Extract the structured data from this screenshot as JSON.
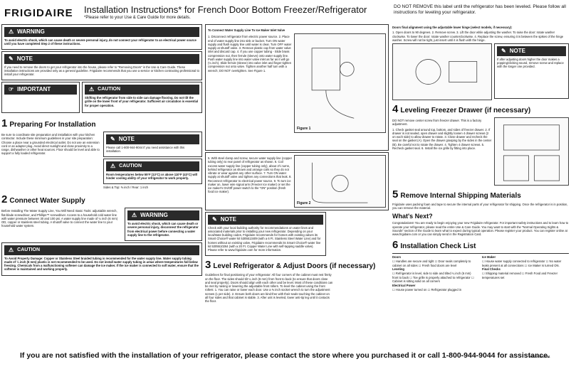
{
  "header": {
    "brand": "FRIGIDAIRE",
    "title": "Installation Instructions* for French Door Bottom Freezer/Refrigerator",
    "subtitle": "*Please refer to your Use & Care Guide for more details.",
    "top_note": "DO NOT REMOVE this label until the refrigerator has been leveled. Please follow all instructions for leveling your refrigerator."
  },
  "col1": {
    "warning_label": "WARNING",
    "warning_text": "To avoid electric shock, which can cause death or severe personal injury, do not connect your refrigerator to an electrical power source until you have completed Step 2 of these instructions.",
    "note_label": "NOTE",
    "note_text": "If you need to remove the doors to get your refrigerator into the house, please refer to \"Removing Doors\" in the Use & Care Guide. These installation instructions are provided only as a general guideline. Frigidaire recommends that you use a service or kitchen contracting professional to install your refrigerator.",
    "important_label": "IMPORTANT",
    "caution_label": "CAUTION",
    "caution_text": "Shifting the refrigerator from side to side can damage flooring. Do not tilt the grille on the lower front of your refrigerator. Sufficient air circulation is essential for proper operation.",
    "section1_num": "1",
    "section1_title": "Preparing For Installation",
    "section1_text": "Be sure to coordinate site preparation and installation with your kitchen contractor. Include these minimum guidelines in your site preparation: Choose a place near a grounded electrical outlet. Do not use an extension cord or an adapter plug. Avoid direct sunlight and close proximity to a range, dishwasher or other heat sources. Floor should be level and able to support a fully loaded refrigerator.",
    "section1_note_label": "NOTE",
    "section1_note_text": "Please call 1-800-944-9044 if you need assistance with this installation.",
    "section1_caution_label": "CAUTION",
    "section1_caution_text": "Room temperatures below 55°F (13°C) or above 110°F (43°C) will hinder cooling ability of your refrigerator to work properly.",
    "clearance": "Sides & Top: ⅜ inch / Rear: 1 inch",
    "section2_num": "2",
    "section2_title": "Connect Water Supply",
    "section2_text": "Before Installing The Water Supply Line, You Will Need: Basic Tools: adjustable wrench, flat-blade screwdriver, and Phillips™ screwdriver. Access to a household cold water line with water pressure between 30 and 100 psi. A water supply line made of ¼ inch (6 mm) OD, copper or stainless steel tubing. A shutoff valve to connect the water line to your household water system.",
    "section2_warning_label": "WARNING",
    "section2_warning_text": "To avoid electric shock, which can cause death or severe personal injury, disconnect the refrigerator from electrical power before connecting a water supply line to the refrigerator.",
    "section2_caution_label": "CAUTION",
    "section2_caution_text": "To Avoid Property Damage: Copper or Stainless Steel braided tubing is recommended for the water supply line. Water supply tubing made of ¼ inch (6 mm) plastic is not recommended to be used. Do not install water supply tubing in areas where temperatures fall below freezing. Chemicals from a malfunctioning softener can damage the ice maker. If the ice maker is connected to soft water, ensure that the softener is maintained and working properly."
  },
  "col2": {
    "heading": "To Connect Water Supply Line To Ice Maker Inlet Valve",
    "steps": "1. Disconnect refrigerator from electric power source. 2. Place end of water supply line into sink or bucket. Turn ON water supply and flush supply line until water is clear. Turn OFF water supply at shutoff valve. 3. Remove plastic cap from water valve inlet and discard cap. 4. If you use copper tubing - Slide brass compression nut, then ferrule (sleeve) onto water supply line. Push water supply line into water valve inlet as far as it will go (¼ inch). Slide ferrule (sleeve) into valve inlet and finger tighten compression nut onto valve. Tighten another half turn with a wrench; DO NOT overtighten. See Figure 1.",
    "steps_b": "5. With steel clamp and screw, secure water supply line (copper tubing only) to rear panel of refrigerator as shown. 6. Coil excess water supply line (copper tubing only), about 2½ turns, behind refrigerator as shown and arrange coils so they do not vibrate or wear against any other surface. 7. Turn ON water supply at shutoff valve and tighten any connections that leak. 8. Reconnect refrigerator to electrical power source. 9. To turn ice maker on, lower wire signal arm (Freezer Ice maker) or set the ice maker's On/Off power switch to the \"ON\" position (fresh food ice maker).",
    "figure1_label": "Figure 1",
    "figure2_label": "Figure 2",
    "note_label": "NOTE",
    "note_text": "Check with your local building authority for recommendations on water lines and associated materials prior to installing your new refrigerator. Depending on your local/state building codes, Frigidaire recommends for homes with existing valves its Smart Choice® water kit 5305513409 (with a 6 Ft. Stainless Steel Water Line) and for homes without an existing valve, Frigidaire recommends its Smart Choice® water line kit 5305510264 (with a 20 Ft. Copper Water Line with self-tapping saddle valve). Please refer to www.frigidaire.com for more information.",
    "section3_num": "3",
    "section3_title": "Level Refrigerator & Adjust Doors (if necessary)",
    "section3_text": "Guidelines for final positioning of your refrigerator: All four corners of the cabinet must rest firmly on the floor. The sides should tilt ¼ inch (6 mm) from front to back (to ensure that doors close and seal properly). Doors should align with each other and be level. Most of these conditions can be met by raising or lowering the adjustable front rollers. To level the cabinet using the front rollers: 1. You can raise or lower each door. Use a ⅜ inch socket wrench to turn the adjustment screws (1 per side). 2. Ensure both doors are bind-free with their seals touching the cabinet on all four sides and that cabinet is stable. 3. After unit is leveled, lower anti-tip leg until it contacts the floor."
  },
  "col3": {
    "hinge_heading": "Doors final alignment using the adjustable lower hinge (select models, if necessary):",
    "hinge_steps": "1. Open doors to 90 degrees. 2. Remove screw. 3. Lift the door while adjusting the washer. To raise the door: rotate washer clockwise. To lower the door: rotate washer counterclockwise. 4. Replace the screw, ensuring it is between the spikes of the hinge washer. Screw will not be tight, just insert until it is flush with the hinge.",
    "note_label": "NOTE",
    "note_text": "If after adjusting doors higher the door makes a popping/clicking sound, remove screw and replace with the longer one provided.",
    "section4_num": "4",
    "section4_title": "Leveling Freezer Drawer (if necessary)",
    "section4_note": "DO NOT remove center screw from freezer drawer. This is a factory adjustment.",
    "section4_steps": "1. Check gasket seal around top, bottom, and sides of freezer drawer. 2. If drawer is not sealed, open drawer and slightly loosen 4 drawer screws (2 on each side) to allow drawer to rotate. 3. Close drawer and recheck the seal on the gasket (A). Open the drawer grasping by the sides in the center (B). Be careful not to rotate the drawer. 4. Tighten 4 drawer screws. 5. Recheck gasket seal. 6. Install the ice grille by fitting into place.",
    "section5_num": "5",
    "section5_title": "Remove Internal Shipping Materials",
    "section5_text": "Frigidaire uses packing foam and tape to secure the internal parts of your refrigerator for shipping. Once the refrigerator is in position, you can remove the material.",
    "whats_next": "What's Next?",
    "whats_next_text": "Congratulations! You are ready to begin enjoying your new Frigidaire refrigerator. For important safety instructions and to learn how to operate your refrigerator, please read the entire Use & Care Guide. You may want to start with the \"Normal Operating Sights & Sounds\" section of the Guide to learn what to expect during typical operation. Please register your product. You can register online at www.frigidaire.com or you can simply send in the Registration Card.",
    "section6_num": "6",
    "section6_title": "Installation Check List",
    "check_doors": "Doors",
    "check_icemaker": "Ice Maker",
    "check_items_left": "☐ Handles are secure and tight ☐ Door seals completely to cabinet on all sides ☐ Fresh food doors are level",
    "check_leveling": "Leveling",
    "check_items_left2": "☐ Refrigerator is level, side to side and tilted ¼ inch (6 mm) front to back ☐ Toe grille is properly attached to refrigerator ☐ Cabinet is sitting solid on all corners",
    "check_electrical": "Electrical Power",
    "check_items_left3": "☐ House power turned on ☐ Refrigerator plugged in",
    "check_items_right": "☐ House water supply connected to refrigerator ☐ No water leaks present at all connections ☐ Ice Maker is turned ON.",
    "check_final": "Final Checks",
    "check_items_right2": "☐ Shipping material removed ☐ Fresh Food and Freezer temperatures set"
  },
  "footer": {
    "text": "If you are not satisfied with the installation of your refrigerator, please contact the store where you purchased it or call 1-800-944-9044 for assistance.",
    "part_number": "P/N 26262481"
  }
}
